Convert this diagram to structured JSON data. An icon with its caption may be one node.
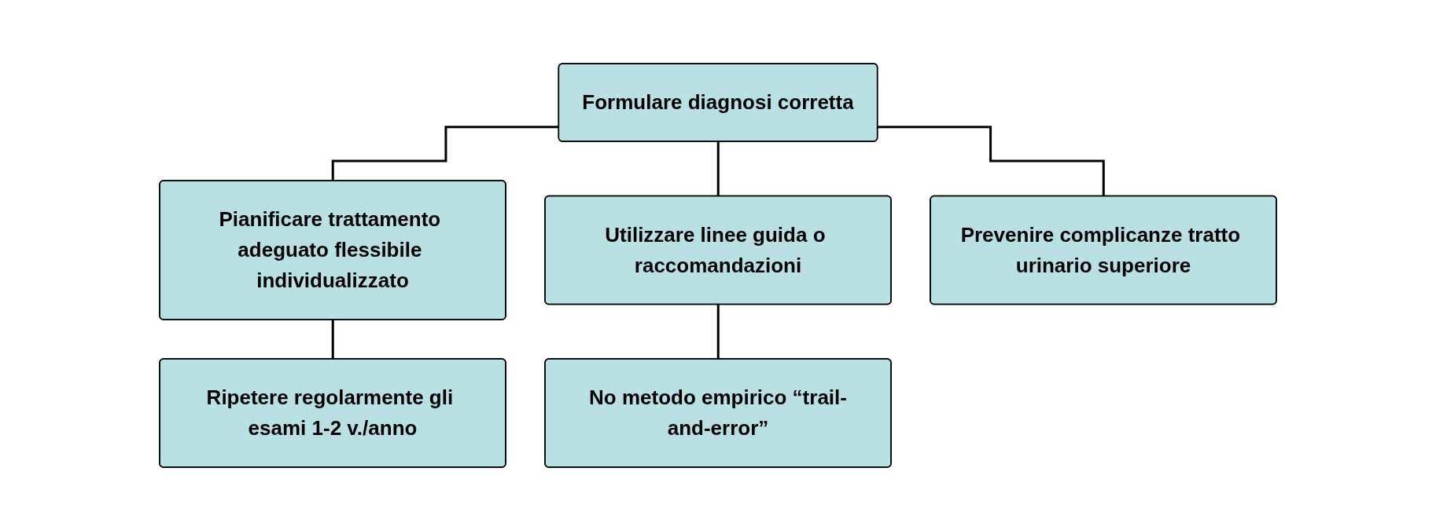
{
  "diagram": {
    "nodes": [
      {
        "text": [
          "Formulare diagnosi corretta"
        ]
      },
      {
        "text": [
          "Pianificare trattamento adeguato flessibile individualizzato"
        ]
      },
      {
        "text": [
          "Utilizzare linee guida o raccomandazioni"
        ]
      },
      {
        "text": [
          "Prevenire complicanze tratto urinario superiore"
        ]
      },
      {
        "text": [
          "Ripetere regolarmente gli esami 1-2 v./anno"
        ]
      },
      {
        "text": [
          "No metodo empirico “trail-and-error”"
        ]
      }
    ],
    "edges": [
      {
        "from": 0,
        "to": 1,
        "arrow": "none"
      },
      {
        "from": 0,
        "to": 2,
        "arrow": "none"
      },
      {
        "from": 0,
        "to": 3,
        "arrow": "none"
      },
      {
        "from": 1,
        "to": 4,
        "arrow": "none"
      },
      {
        "from": 2,
        "to": 5,
        "arrow": "none"
      }
    ]
  }
}
